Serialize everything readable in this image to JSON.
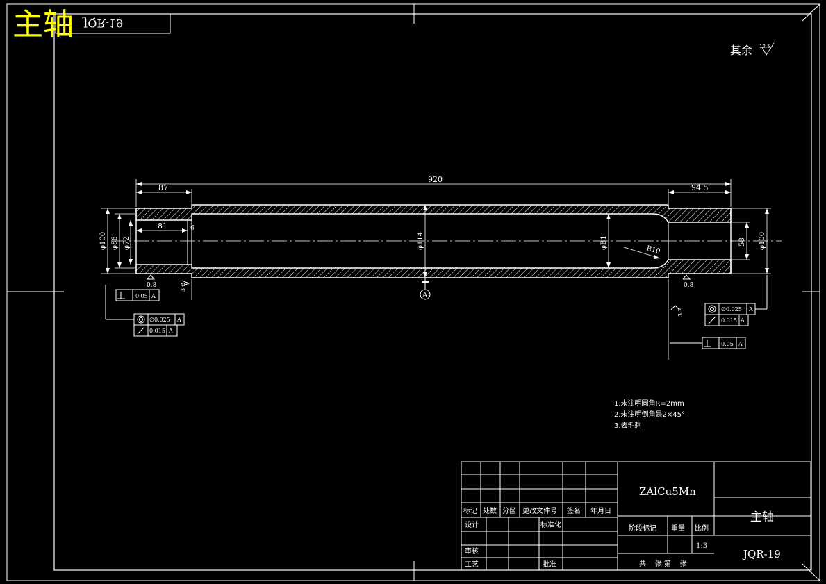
{
  "corner_label": {
    "title": "主轴",
    "code_mirrored": "JQR-19"
  },
  "roughness_note": {
    "text": "其余",
    "value": "12.5"
  },
  "dimensions": {
    "total_length": "920",
    "left_step": "87",
    "right_step": "94.5",
    "left_bore": "81",
    "left_od_outer": "φ100",
    "left_od_86": "φ86",
    "left_od_72": "φ72",
    "center_bore": "φ114",
    "right_bore_81": "φB1",
    "radius": "R10",
    "right_bore_58": "58",
    "right_od": "φ100",
    "small_6": "6"
  },
  "surface_finish": {
    "left": "0.8",
    "right": "0.8",
    "left_mid": "3.2",
    "right_mid": "3.2"
  },
  "datum": {
    "label": "A"
  },
  "tolerance_frames": {
    "left_perp": {
      "value": "0.05",
      "datum": "A"
    },
    "left_conc": {
      "value": "∅0.025",
      "datum": "A"
    },
    "left_runout": {
      "value": "0.015",
      "datum": "A"
    },
    "right_conc": {
      "value": "∅0.025",
      "datum": "A"
    },
    "right_runout": {
      "value": "0.015",
      "datum": "A"
    },
    "right_perp": {
      "value": "0.05",
      "datum": "A"
    }
  },
  "notes": [
    "1.未注明圆角R=2mm",
    "2.未注明倒角是2×45°",
    "3.去毛刺"
  ],
  "title_block": {
    "material": "ZAlCu5Mn",
    "part_name": "主轴",
    "drawing_no": "JQR-19",
    "headers": [
      "标记",
      "处数",
      "分区",
      "更改文件号",
      "签名",
      "年月日"
    ],
    "design": "设计",
    "standardize": "标准化",
    "review": "审核",
    "process": "工艺",
    "approve": "批准",
    "stage_mark": "阶段标记",
    "weight": "重量",
    "scale_label": "比例",
    "scale_value": "1:3",
    "sheets": "共    张 第    张"
  }
}
